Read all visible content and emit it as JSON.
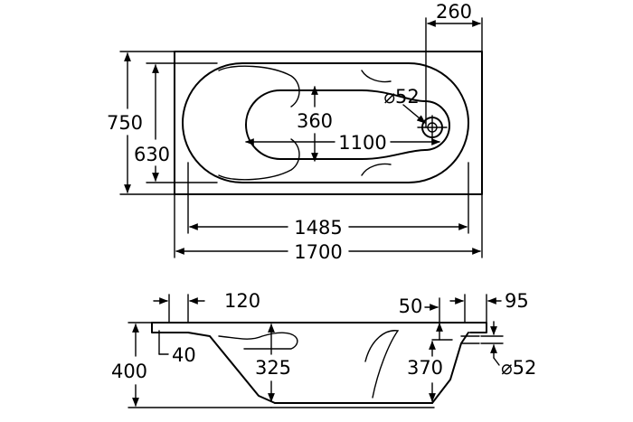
{
  "top_view": {
    "dim_outer_length": "1700",
    "dim_inner_length": "1485",
    "dim_outer_width": "750",
    "dim_inner_width": "630",
    "dim_bottom_length": "1100",
    "dim_bottom_width": "360",
    "dim_drain_offset": "260",
    "dim_drain_diameter": "⌀52"
  },
  "side_view": {
    "dim_total_height": "400",
    "dim_rim_width": "120",
    "dim_rim_depth": "40",
    "dim_inner_depth": "325",
    "dim_overflow_height": "370",
    "dim_rim_offset": "50",
    "dim_overflow_offset": "95",
    "dim_overflow_diameter": "⌀52"
  }
}
